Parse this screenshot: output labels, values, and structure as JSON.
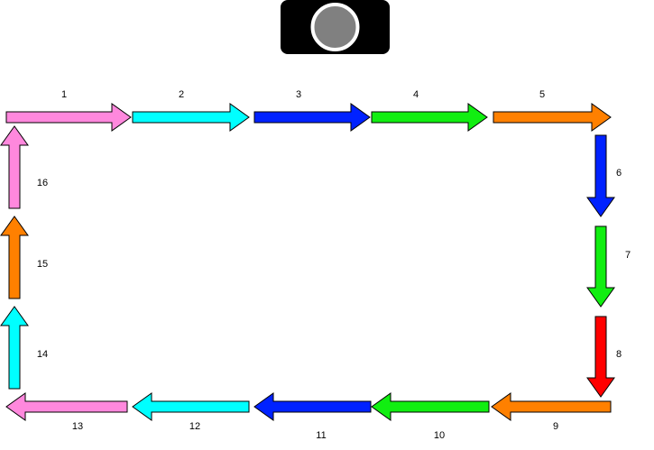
{
  "device": {
    "body_color": "#000000",
    "button_ring_color": "#ffffff",
    "button_fill_color": "#808080",
    "button_icon": "round-button-icon"
  },
  "arrows": [
    {
      "label": "1",
      "direction": "right",
      "color": "#ff88dd"
    },
    {
      "label": "2",
      "direction": "right",
      "color": "#00ffff"
    },
    {
      "label": "3",
      "direction": "right",
      "color": "#0022ff"
    },
    {
      "label": "4",
      "direction": "right",
      "color": "#11ee11"
    },
    {
      "label": "5",
      "direction": "right",
      "color": "#ff8000"
    },
    {
      "label": "6",
      "direction": "down",
      "color": "#0022ff"
    },
    {
      "label": "7",
      "direction": "down",
      "color": "#11ee11"
    },
    {
      "label": "8",
      "direction": "down",
      "color": "#ff0000"
    },
    {
      "label": "9",
      "direction": "left",
      "color": "#ff8000"
    },
    {
      "label": "10",
      "direction": "left",
      "color": "#11ee11"
    },
    {
      "label": "11",
      "direction": "left",
      "color": "#0022ff"
    },
    {
      "label": "12",
      "direction": "left",
      "color": "#00ffff"
    },
    {
      "label": "13",
      "direction": "left",
      "color": "#ff88dd"
    },
    {
      "label": "14",
      "direction": "up",
      "color": "#00ffff"
    },
    {
      "label": "15",
      "direction": "up",
      "color": "#ff8000"
    },
    {
      "label": "16",
      "direction": "up",
      "color": "#ff88dd"
    }
  ]
}
